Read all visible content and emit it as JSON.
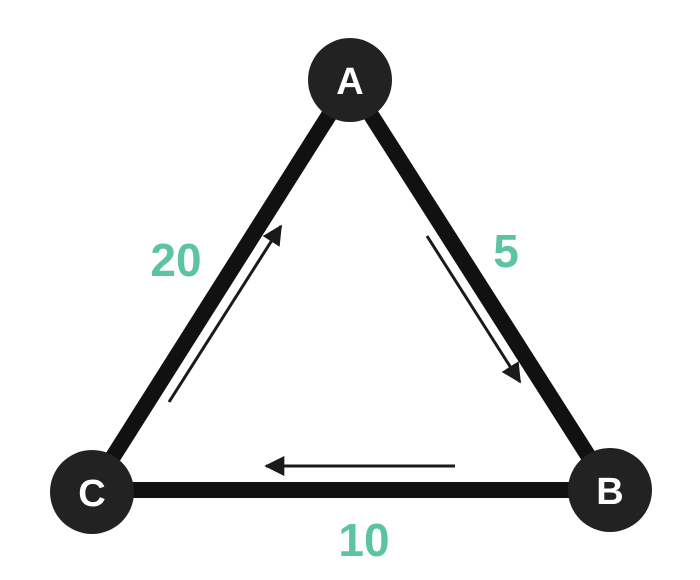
{
  "colors": {
    "node_fill": "#222222",
    "edge": "#111111",
    "node_text": "#ffffff",
    "weight_text": "#5cc59f",
    "arrow": "#1a1a1a"
  },
  "nodes": {
    "a": {
      "label": "A"
    },
    "b": {
      "label": "B"
    },
    "c": {
      "label": "C"
    }
  },
  "edges": {
    "a_b": {
      "from": "A",
      "to": "B",
      "weight": "5"
    },
    "b_c": {
      "from": "B",
      "to": "C",
      "weight": "10"
    },
    "c_a": {
      "from": "C",
      "to": "A",
      "weight": "20"
    }
  }
}
